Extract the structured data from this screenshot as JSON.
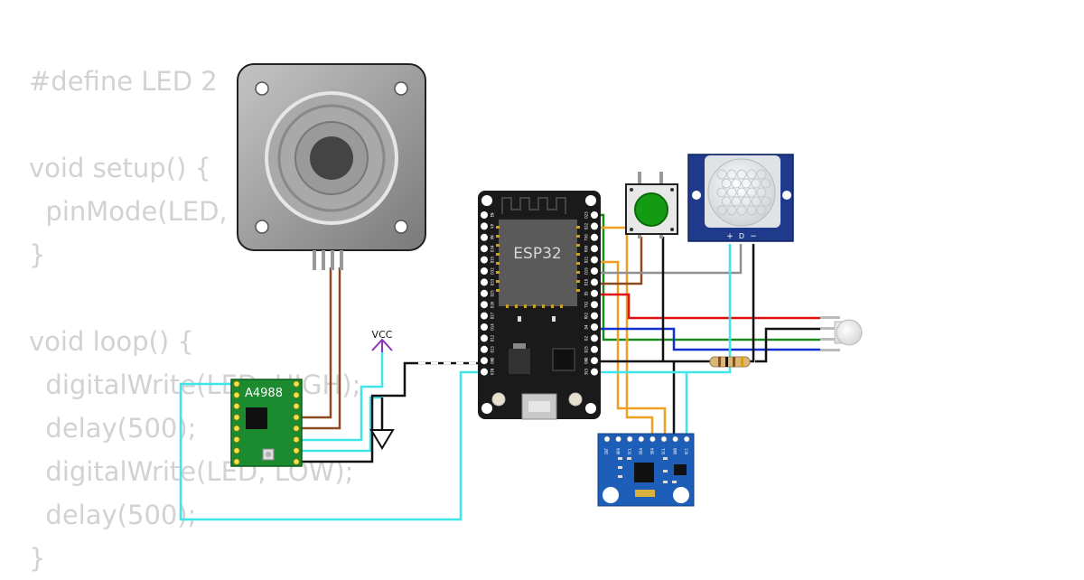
{
  "code_lines": [
    "#define LED 2",
    "",
    "void setup() {",
    "  pinMode(LED, OUTPUT);",
    "}",
    "",
    "void loop() {",
    "  digitalWrite(LED, HIGH);",
    "  delay(500);",
    "  digitalWrite(LED, LOW);",
    "  delay(500);",
    "}"
  ],
  "labels": {
    "driver": "A4988",
    "mcu": "ESP32",
    "vcc": "VCC",
    "pir_plus": "+",
    "pir_d": "D",
    "pir_minus": "−"
  },
  "esp32_pins_left": [
    "EN",
    "VP",
    "VN",
    "D34",
    "D35",
    "D32",
    "D33",
    "D25",
    "D26",
    "D27",
    "D14",
    "D12",
    "D13",
    "GND",
    "VIN"
  ],
  "esp32_pins_right": [
    "D23",
    "D22",
    "TX0",
    "RX0",
    "D21",
    "D19",
    "D18",
    "D5",
    "TX2",
    "RX2",
    "D4",
    "D2",
    "D15",
    "GND",
    "3V3"
  ],
  "mpu_pins": [
    "INT",
    "AD0",
    "XCL",
    "XDA",
    "SDA",
    "SCL",
    "GND",
    "VCC"
  ],
  "wire_colors": {
    "cyan": "#3ee6ea",
    "black": "#111111",
    "brown": "#8b4a22",
    "orange": "#f0a020",
    "green": "#1a8a1a",
    "red": "#e01010",
    "blue": "#1030d0",
    "gray": "#909090",
    "purple": "#8a3ab8"
  }
}
